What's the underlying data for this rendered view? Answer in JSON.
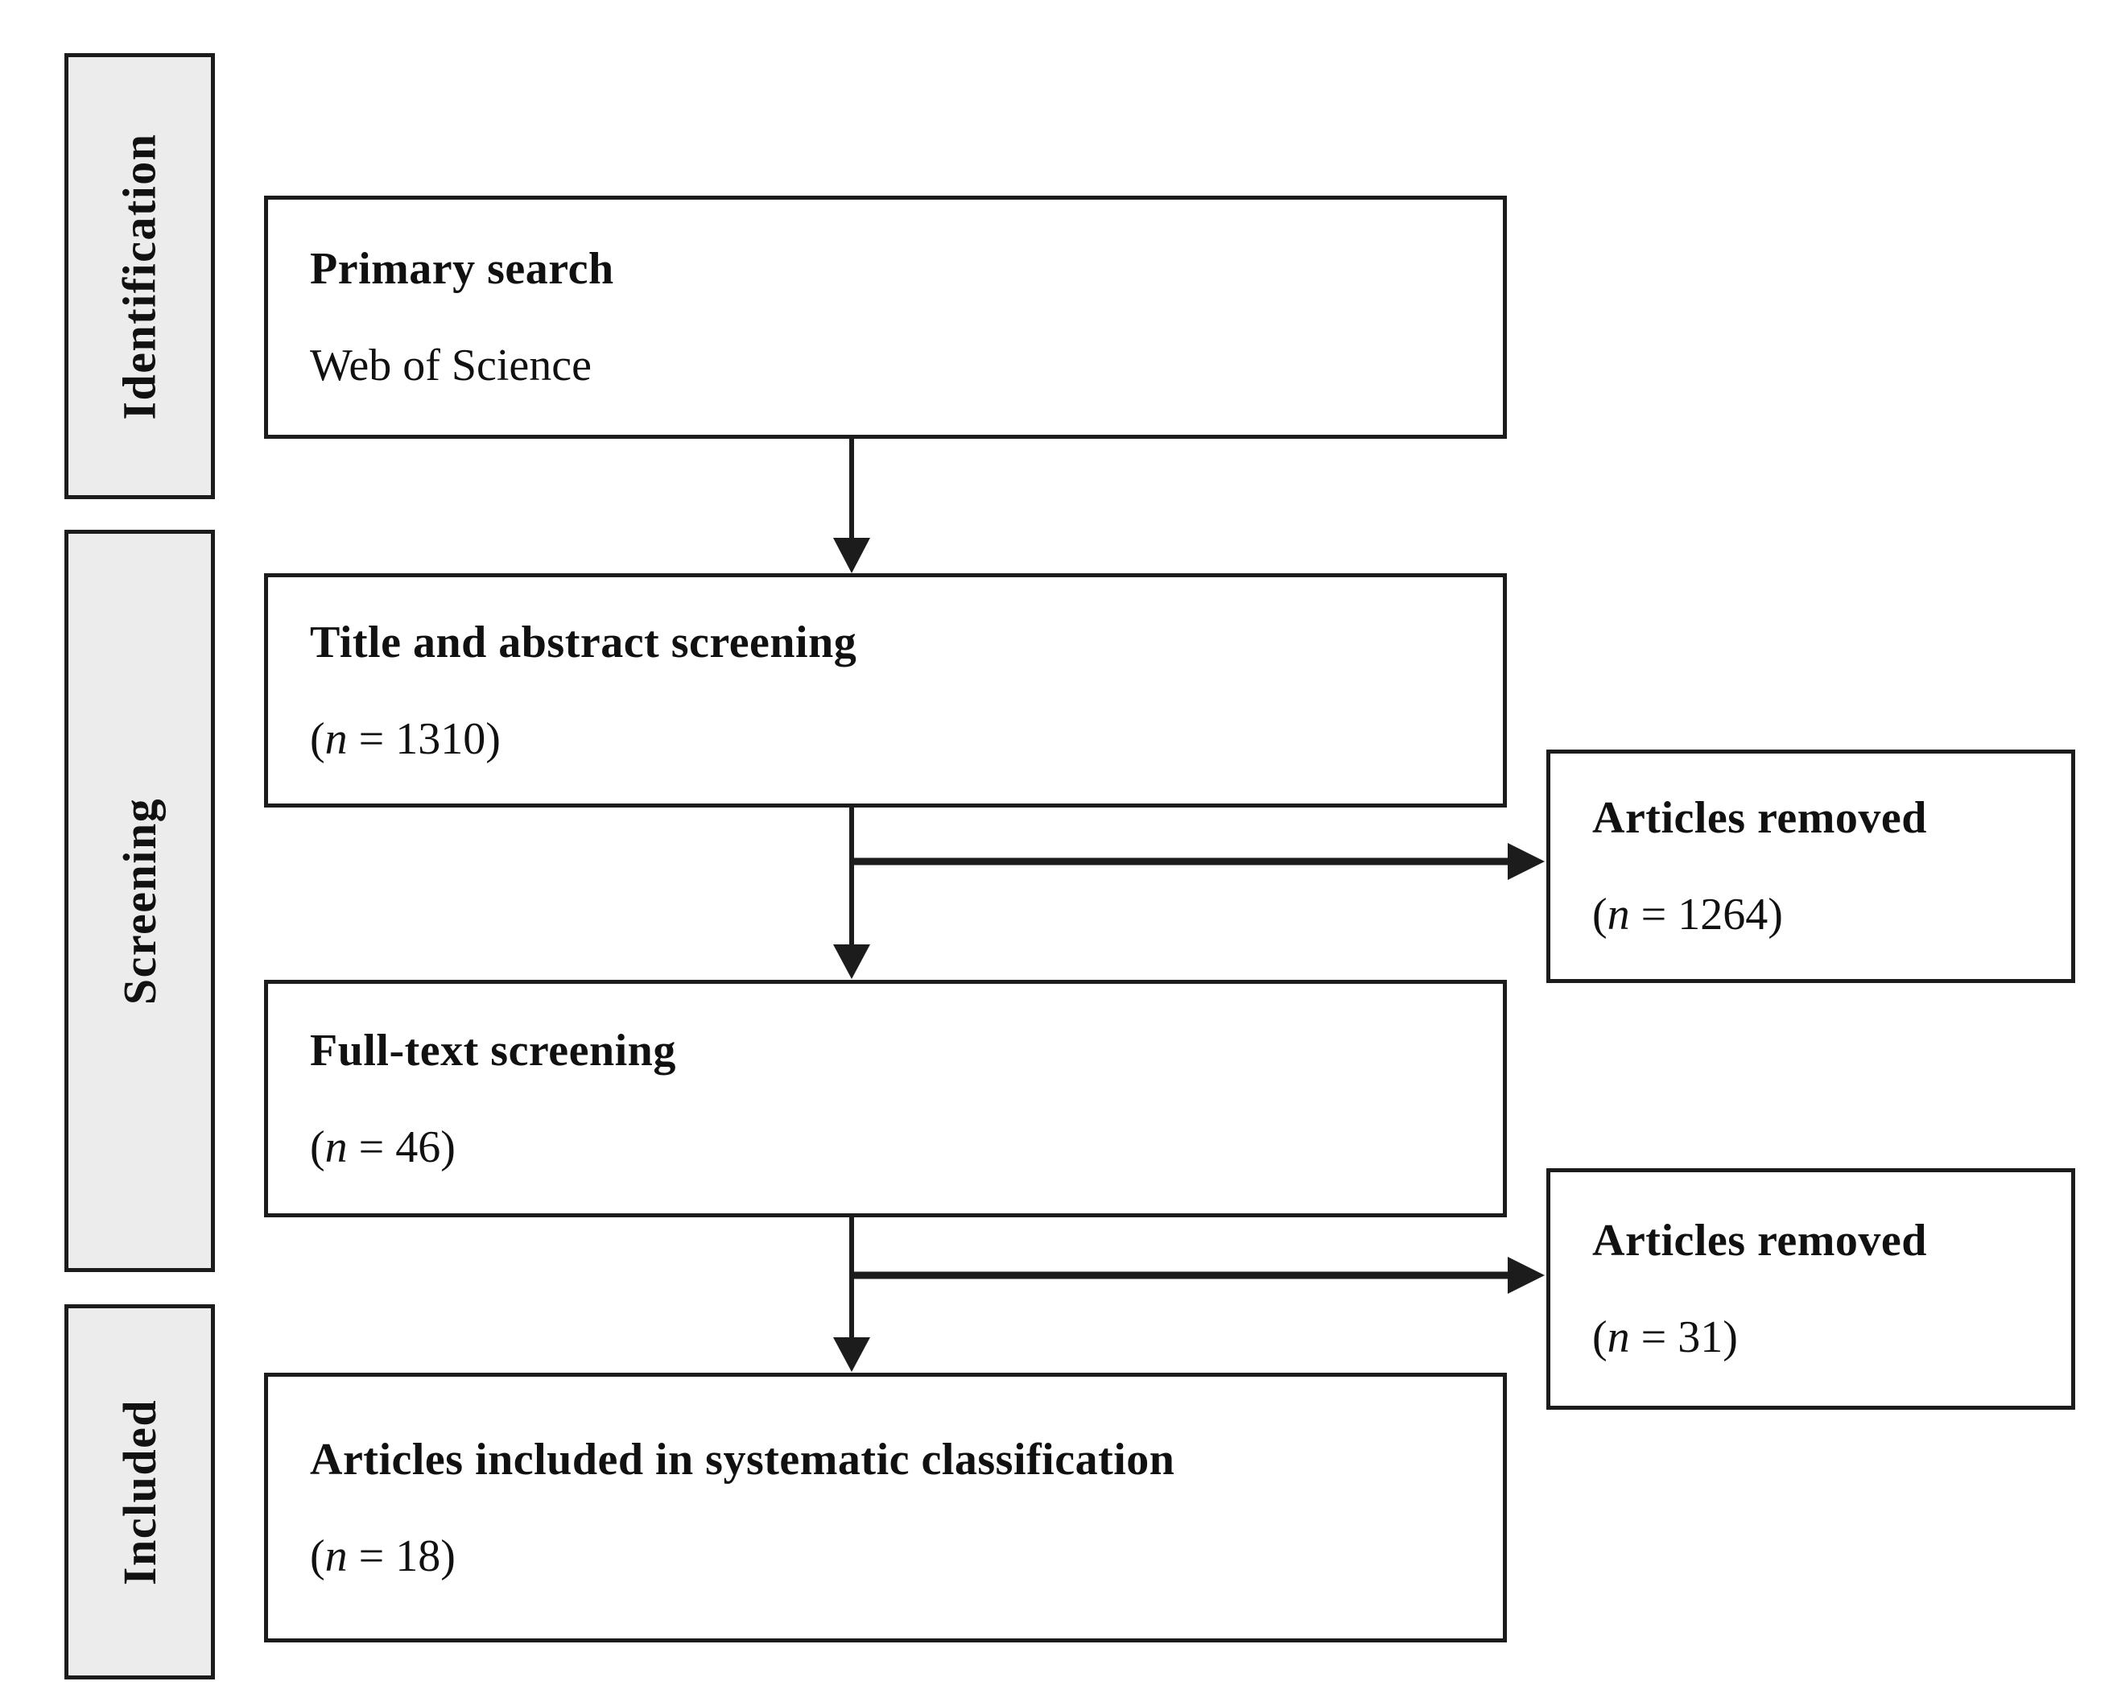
{
  "diagram": {
    "colors": {
      "background": "#ffffff",
      "border": "#1c1c1c",
      "sidebar_fill": "#ececec",
      "text": "#111111"
    },
    "sidebar": [
      {
        "label": "Identification"
      },
      {
        "label": "Screening"
      },
      {
        "label": "Included"
      }
    ],
    "main_boxes": [
      {
        "title": "Primary search",
        "line2_pre": "Web of Science",
        "line2_var": "",
        "line2_post": ""
      },
      {
        "title": "Title and abstract screening",
        "line2_pre": "(",
        "line2_var": "n",
        "line2_post": " = 1310)"
      },
      {
        "title": "Full-text screening",
        "line2_pre": "(",
        "line2_var": "n",
        "line2_post": " = 46)"
      },
      {
        "title": "Articles included in systematic classification",
        "line2_pre": "(",
        "line2_var": "n",
        "line2_post": " = 18)"
      }
    ],
    "side_boxes": [
      {
        "title": "Articles removed",
        "line2_pre": "(",
        "line2_var": "n",
        "line2_post": " = 1264)"
      },
      {
        "title": "Articles removed",
        "line2_pre": "(",
        "line2_var": "n",
        "line2_post": " = 31)"
      }
    ]
  }
}
